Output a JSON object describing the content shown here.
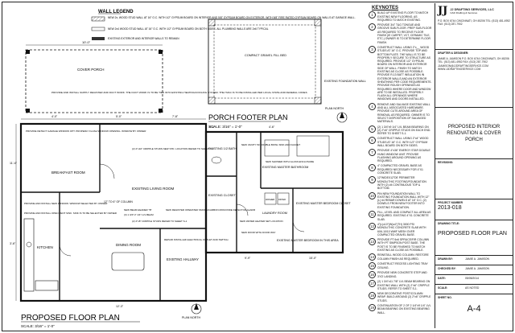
{
  "wall_legend": {
    "title": "WALL LEGEND",
    "items": [
      "NEW 2x, WOOD STUD WALL AT 16\" O.C. WITH 1/2\" GYPSUM BOARD ON INTERIOR AND 5/8\" GYPSUM BOARD ON EXTERIOR. WITH 5/8\" FIRE RATED GYPSUM BOARD ON WALLS AT GARAGE WALL.",
      "NEW 2x4 WOOD STUD WALL AT 16\" O.C. WITH 1/2\" GYPSUM BOARD ON BOTH SIDES. ALL PLUMBING WALLS ARE 2x6 TYPICAL",
      "EXISTING EXTERIOR AND INTERIOR WALLS TO REMAIN"
    ]
  },
  "drawing": {
    "title_floor_plan": "PROPOSED FLOOR PLAN",
    "scale_floor_plan": "SCALE: 3/16\" = 1'-0\"",
    "title_porch": "PORCH FOOTER PLAN",
    "scale_porch": "SCALE: 3/16\" = 1'-0\"",
    "plan_north": "PLAN NORTH",
    "rooms": {
      "cover_porch": "COVER PORCH",
      "existing_living": "EXISTING LIVING ROOM",
      "breakfast": "BREAKFAST ROOM",
      "kitchen": "KITCHEN",
      "dining": "DINING ROOM",
      "existing_hallway": "EXISTING HALLWAY",
      "existing_bath": "EXISTING 1/2 BATH",
      "existing_closet": "EXISTING CLOSET",
      "master_bath": "EXISTING MASTER BATHROOM",
      "master_closet": "EXISTING MASTER BEDROOM CLOSET",
      "laundry": "LAUNDRY ROOM",
      "existing_master_bed": "EXISTING MASTER BEDROOM",
      "washer": "WASHER",
      "dryer": "DRYER",
      "compact_gravel": "COMPACT GRAVEL FILL BED"
    },
    "notes": [
      "PROVIDE AND INSTALL SUPPLY REGISTER AND DUCT WORK. THE DUCT WORK IS TO BE TIED INTO EXISTING HEATING/COOLING SYSTEM. THE HVAC IS TO BE INSTALLED PER LOCAL STATE AND FEDERAL CODES",
      "PROVIDE DETECT GARAGE WINDOW OPT. PROPERLY FLASH WINDOW OPENING. WINDOW BY OWNER",
      "PROVIDE AND INSTALL OPEN VENT SINK. SINK IS TO BE SELECTED BY OWNER",
      "PROVIDE AND INSTALL NEW WINDOW. WINDOW SELECTED BY OWNER",
      "REPAIR INSTALLED ELECTRICAL OUTLET AND SWITCH.",
      "NEW VANITY W/ DOUBLE BOWL SINK AND FAUCET",
      "NEW SHOWER WITH GLASS ENCLOSURE",
      "NEW WATER HEATER SET LOCATION",
      "NEW DOOR WITH DOOR WAY",
      "EXISTING MASTER BEDROOM IN THIS AREA",
      "EXISTING FOUNDATION WALL",
      "NEW REGISTER OPERATED SMOKE/CARBON MONOXIDE DETECTOR ALARM"
    ],
    "headers": {
      "h1": "(2) 2\"x10\" CRIPPLE STUDS NEW STD. LOCATION REFER TO SHEET S-1",
      "h2": "12\" TO 6\" OF COLUMN",
      "h3": "(2) 2\"x8\" CRIPPLE STUDS REFER TO SHEET S-1",
      "h4": "NEW BEAM HEADER \"B\"",
      "h5": "(3) 1 3/4\"x7 1/4\" LVL BEAM"
    },
    "dims": {
      "d1": "10'-0\"",
      "d2": "4'-0\"",
      "d3": "5'-0\"",
      "d4": "7'-8\"",
      "d5": "11'-4\"",
      "d6": "3'-6\"",
      "d7": "12'-3\"",
      "d8": "9'-9\"",
      "d9": "15'-0\"",
      "d10": "6'-0\"",
      "d11": "4'-6\""
    }
  },
  "keynotes": {
    "title": "KEYNOTES",
    "items": [
      {
        "n": "1",
        "text": "BUILD UP EXISTING FLOOR TO MATCH EXISTING NEW FLOORING. AS REQUIRED TO MATCH EXISTING."
      },
      {
        "n": "2",
        "text": "PROVIDE 3/4\" T&G TONGUE AND GROOVE SUB-FLOOR. PREP SUB-FLOOR AS REQUIRED TO RECEIVE FLOOR FINISH (IE CARPET, VCT, CERAMIC TILE, ETC.) OWNER IS TO DETERMINE FLOOR FINISH."
      },
      {
        "n": "3",
        "text": "CONSTRUCT WALL USING 2\"x__ WOOD STUDS AT 16\" O.C. PROVIDE TOP AND BOTTOM PLATE. THE WALL IS TO BE PROPERLY SECURE TO STRUCTURE AS REQUIRED. PROVIDE 1/2\" GYPSUM BOARD ON INTERIOR AND EXTERIOR SIDE OF WALL. FINISH TO MATCH EXISTING AS CLOSE AS POSSIBLE. PROVIDE R-13 BATT INSULATION IN EXTERIOR WALLS AND AN EXTERIOR SHEATHING PER CODE REQUIREMENTS. PROVIDE ROUGH OPENINGS AS REQUIRED WHERE DOOR AND WINDOW ARE TO BE INSTALLED. PROPERLY FLASH ALL OPENINGS WHERE WINDOWS AND DOORS INSTALLED."
      },
      {
        "n": "4",
        "text": "REMOVE AND SALVAGE EXISTING WALL AND ALL ASSOCIATED HARDWARE. PROVIDE CUTS AROUND AREA OF REMOVAL AS REQUIRED. OWNER IS TO SELECT DISPOSITION OF SALVAGED MATERIALS."
      },
      {
        "n": "5",
        "text": "(2) 1 3/4\"x9 1/4\" LVL BEAM BEARING ON (2) 2\"x6\" CRIPPLE STUDS ON EACH END. REFER TO SHEET S-1."
      },
      {
        "n": "6",
        "text": "CONSTRUCT WALL USING 2\"x4\" WOOD STUDS AT 16\" O.C. WITH 1/2\" GYPSUM WALL BOARD ON BOTH SIDES."
      },
      {
        "n": "7",
        "text": "PROVIDE 4\"x36\" ENERGY STAR DOUBLE HUNG WINDOW UNIT. PROVIDE FLASHING AROUND OPENING AS REQUIRED."
      },
      {
        "n": "8",
        "text": "4\" COMPACTED GRAVEL BASE AS REQUIRED/ NECESSARY FOR 4\"X1 CONCRETE SLAB."
      },
      {
        "n": "9",
        "text": "12\"WIDEX12\"DE PERIMETER MONOLITHIC FOOTING/FOUNDATION WITH (2) #4 CONTINUOUS TOP & BOTTOM."
      },
      {
        "n": "10",
        "text": "PIN NEW FOUNDATION WALL TO EXISTING FOUNDATION WALL WITH 12\"(L) #4 REBAR DOWELS AT 16\" O.C. (2) DOWELS FROM NEW FOOTER INTO EXISTING FOUNDATION."
      },
      {
        "n": "11",
        "text": "FILL, LEVEL AND COMPACT ALL AREA AS REQUIRED. EXISTING 4\"X1 CONCRETE SLAB."
      },
      {
        "n": "12",
        "text": "4\"(L)x10\"(W)x4\"(TH) 3000 PSI MONOLITHIC CONCRETE SLAB WITH 6X6-10/10 WWF MESH OVER COMPACTED GRAVEL BASE."
      },
      {
        "n": "13",
        "text": "PROVIDE PT 6x6 SPRUCE/FIR COLUMN WITH PT SIMPSON POST BASE. THE POST IS TO BE FINISHED TO MATCH EXISTING AS CLOSE AS POSSIBLE."
      },
      {
        "n": "14",
        "text": "REINSTALL WOOD COLUMN. RESTORE COLUMN FINISH AS REQUIRED."
      },
      {
        "n": "15",
        "text": "CONSTRUCT RECESS LIGHTING TRAY CEILING."
      },
      {
        "n": "16",
        "text": "PROVIDE NEW CONCRETE STEP AND 3'X3' LANDING."
      },
      {
        "n": "17",
        "text": "(2) 1 3/4\"x11 7/8\" LVL BEAM BEARING ON EXISTING WALL WITH (2) 2\"x6\" CRIPPLE STUDS. REFER TO SHEET S-1."
      },
      {
        "n": "18",
        "text": "NEW DECORATIVE POST/COLUMN WRAP. BUILD AROUND (2) 2\"x6\" CRIPPLE STUDS."
      },
      {
        "n": "19",
        "text": "CONTINUATION OF 2 OF 2 1/4\"x9 1/4\" LVL BEAM BEARING ON EXISTING BEARING WALL."
      }
    ]
  },
  "title_block": {
    "firm_name": "JJ DRAFTING SERVICES, LLC",
    "firm_subtitle": "CAD Drafting & Services",
    "firm_address": "P.O. BOX 6744 CINCINNATI, OH 45206 TEL: (513) 481-4952 FAX: (513) 287-7902",
    "drafter_label": "DRAFTER & DESIGNER:",
    "drafter_info": "JAMIE A. JAMISON P.O. BOX 6744 CINCINNATI, OH 45206 TEL: (513) 481-4952 FAX: (513) 287-7902 JJAMISON@JJDRAFTINGSERVICE.COM WWW.JJDRAFTINGSERVICE.COM",
    "project_name": "PROPOSED INTERIOR RENOVATION & COVER PORCH",
    "revisions_label": "REVISIONS:",
    "project_number_label": "PROJECT NUMBER",
    "project_number": "2013-018",
    "drawing_title_label": "DRAWING TITLE:",
    "drawing_title": "PROPOSED FLOOR PLAN",
    "drawn_by_label": "DRAWN BY:",
    "drawn_by": "JAMIE A. JAMISON",
    "checked_by_label": "CHECKED BY:",
    "checked_by": "JAMIE A. JAMISON",
    "date_label": "DATE:",
    "date": "05/05/2014",
    "scale_label": "SCALE:",
    "scale": "AS NOTED",
    "sheet_no_label": "SHEET NO.",
    "sheet_no": "A-4"
  }
}
